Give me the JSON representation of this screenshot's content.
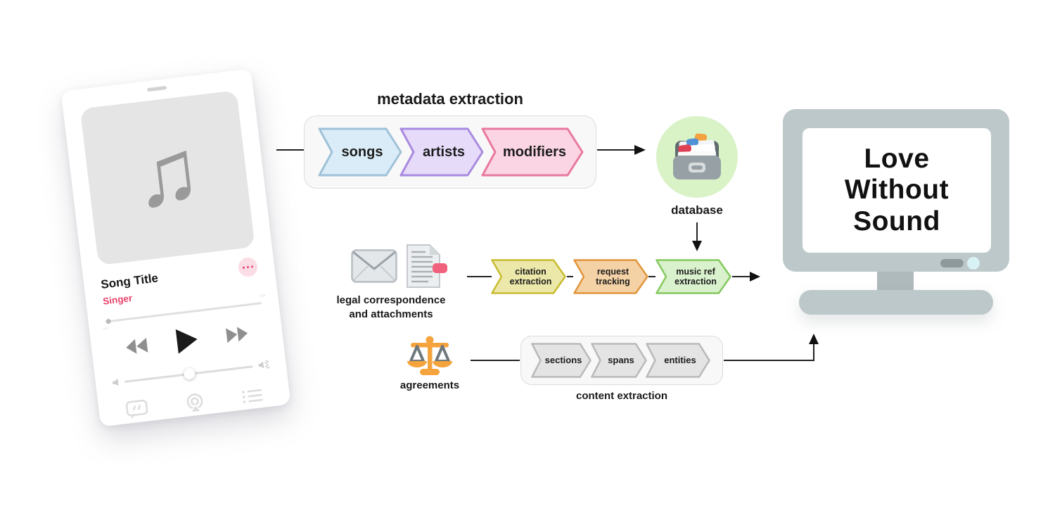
{
  "music_player": {
    "song_title": "Song Title",
    "artist": "Singer"
  },
  "metadata_pipeline": {
    "title": "metadata extraction",
    "stages": [
      {
        "label": "songs",
        "fill": "#d9ecf7",
        "border": "#9fc2d8"
      },
      {
        "label": "artists",
        "fill": "#e7dbfa",
        "border": "#a98ae0"
      },
      {
        "label": "modifiers",
        "fill": "#fbd5e3",
        "border": "#e8799f"
      }
    ]
  },
  "database": {
    "label": "database",
    "circle_color": "#d9f2c6"
  },
  "legal_source": {
    "label_line1": "legal correspondence",
    "label_line2": "and attachments"
  },
  "legal_pipeline": {
    "stages": [
      {
        "line1": "citation",
        "line2": "extraction",
        "fill": "#ebe8a9",
        "border": "#c9bc2f"
      },
      {
        "line1": "request",
        "line2": "tracking",
        "fill": "#f4d2a6",
        "border": "#e2953c"
      },
      {
        "line1": "music ref",
        "line2": "extraction",
        "fill": "#d9f1cd",
        "border": "#84c95f"
      }
    ]
  },
  "agreements_source": {
    "label": "agreements"
  },
  "content_pipeline": {
    "title": "content extraction",
    "stages": [
      {
        "label": "sections"
      },
      {
        "label": "spans"
      },
      {
        "label": "entities"
      }
    ],
    "fill": "#e4e4e4",
    "border": "#b9b9b9"
  },
  "monitor": {
    "line1": "Love",
    "line2": "Without",
    "line3": "Sound"
  },
  "colors": {
    "accent_pink": "#e8416b",
    "database_green": "#d9f2c6",
    "monitor_gray": "#bdc8ca",
    "scales_orange": "#f5a33c",
    "arrow_black": "#222222"
  }
}
